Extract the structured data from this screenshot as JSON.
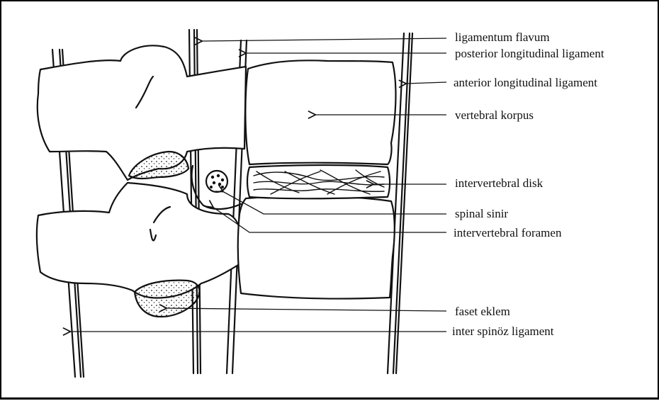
{
  "labels": {
    "ligamentum_flavum": "ligamentum flavum",
    "posterior_longitudinal_ligament": "posterior longitudinal ligament",
    "anterior_longitudinal_ligament": "anterior  longitudinal ligament",
    "vertebral_korpus": "vertebral korpus",
    "intervertebral_disk": "intervertebral disk",
    "spinal_sinir": "spinal sinir",
    "intervertebral_foramen": "intervertebral foramen",
    "faset_eklem": "faset eklem",
    "inter_spinoz_ligament": "inter spinöz ligament"
  },
  "colors": {
    "ink": "#111111",
    "background": "#ffffff"
  }
}
